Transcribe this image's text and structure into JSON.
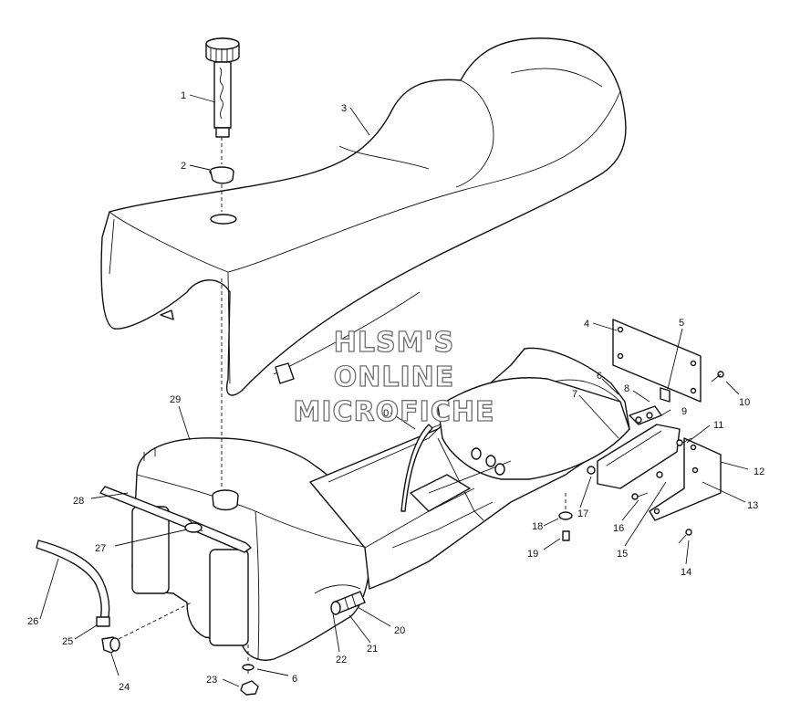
{
  "watermark": {
    "line1": "HLSM'S",
    "line2": "ONLINE",
    "line3": "MICROFICHE"
  },
  "callouts": [
    "1",
    "2",
    "3",
    "4",
    "5",
    "6",
    "7",
    "8",
    "9",
    "10",
    "11",
    "12",
    "13",
    "14",
    "15",
    "16",
    "17",
    "18",
    "19",
    "20",
    "21",
    "22",
    "23",
    "6",
    "24",
    "25",
    "26",
    "27",
    "28",
    "29",
    "30"
  ],
  "colors": {
    "ink": "#111111",
    "background": "#ffffff",
    "watermark_outline": "#6e6e6e"
  }
}
